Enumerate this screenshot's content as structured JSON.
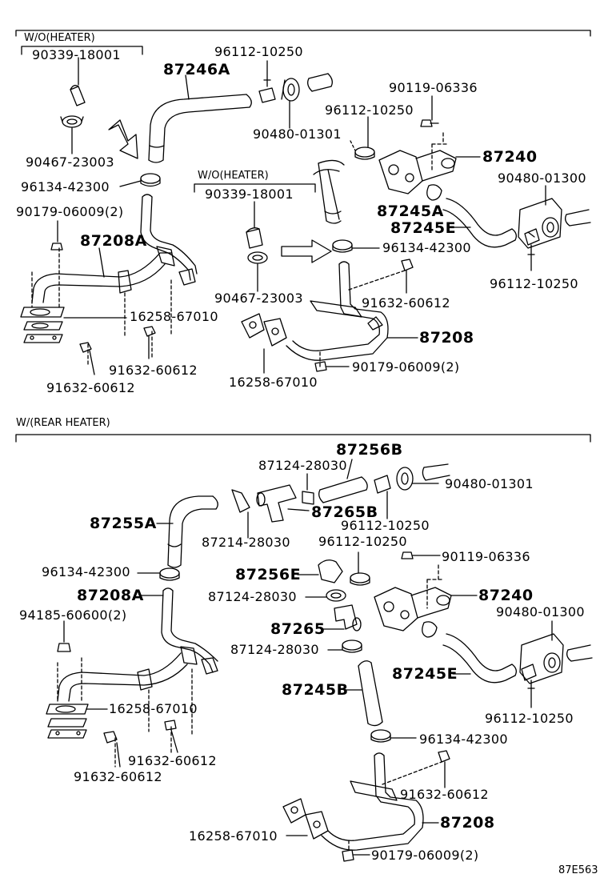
{
  "sections": {
    "top_title": "W/O(HEATER)",
    "bottom_title": "W/(REAR HEATER)",
    "inner_title": "W/O(HEATER)"
  },
  "top": {
    "p90339": "90339-18001",
    "p87246A": "87246A",
    "p96112_a": "96112-10250",
    "p90119": "90119-06336",
    "p96112_b": "96112-10250",
    "p90480_a": "90480-01301",
    "p87240": "87240",
    "p90467": "90467-23003",
    "p96134": "96134-42300",
    "p90179": "90179-06009(2)",
    "p87208A": "87208A",
    "p16258": "16258-67010",
    "p91632_a": "91632-60612",
    "p91632_b": "91632-60612",
    "p90480_b": "90480-01300",
    "p87245A": "87245A",
    "p87245E": "87245E",
    "p96134_b": "96134-42300",
    "p96112_c": "96112-10250",
    "p90339_b": "90339-18001",
    "p90467_b": "90467-23003",
    "p91632_c": "91632-60612",
    "p87208": "87208",
    "p16258_b": "16258-67010",
    "p90179_b": "90179-06009(2)"
  },
  "bottom": {
    "p87256B": "87256B",
    "p87124_a": "87124-28030",
    "p90480_a": "90480-01301",
    "p87265B": "87265B",
    "p87255A": "87255A",
    "p87214": "87214-28030",
    "p96112_a": "96112-10250",
    "p96112_b": "96112-10250",
    "p90119": "90119-06336",
    "p96134_a": "96134-42300",
    "p87256E": "87256E",
    "p87240": "87240",
    "p87208A": "87208A",
    "p87124_b": "87124-28030",
    "p90480_b": "90480-01300",
    "p94185": "94185-60600(2)",
    "p87265": "87265",
    "p87124_c": "87124-28030",
    "p87245E": "87245E",
    "p16258_a": "16258-67010",
    "p87245B": "87245B",
    "p96112_c": "96112-10250",
    "p91632_a": "91632-60612",
    "p91632_b": "91632-60612",
    "p96134_b": "96134-42300",
    "p91632_c": "91632-60612",
    "p87208": "87208",
    "p16258_b": "16258-67010",
    "p90179": "90179-06009(2)"
  },
  "figure_code": "87E563"
}
